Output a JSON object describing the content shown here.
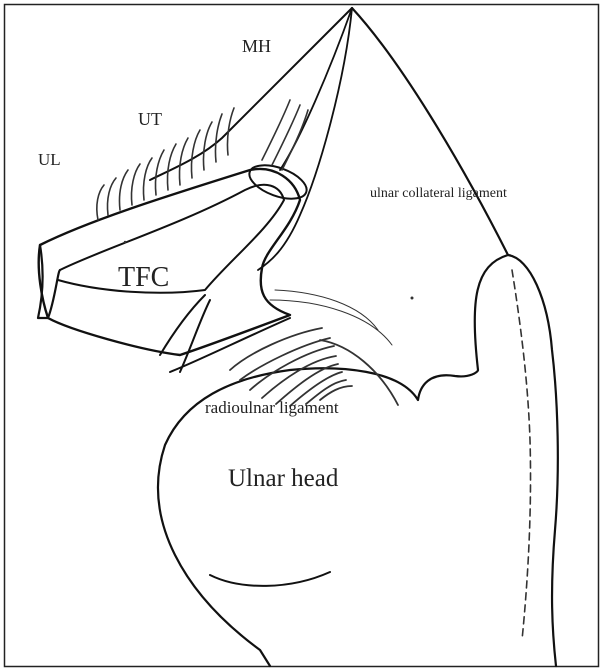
{
  "labels": {
    "mh": "MH",
    "ut": "UT",
    "ul": "UL",
    "tfc": "TFC",
    "ulnar_collateral_ligament": "ulnar collateral ligament",
    "radioulnar_ligament": "radioulnar ligament",
    "ulnar_head": "Ulnar head"
  }
}
